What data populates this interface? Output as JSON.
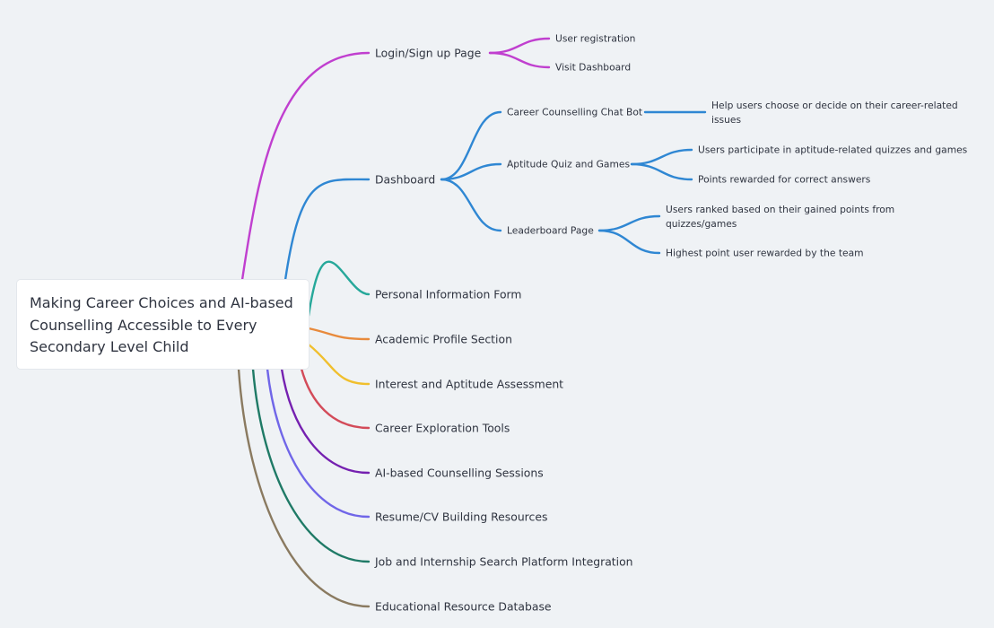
{
  "root": {
    "lines": [
      "Making Career Choices and AI-based",
      "Counselling Accessible to Every",
      "Secondary Level Child"
    ]
  },
  "branches": [
    {
      "id": "login",
      "label": "Login/Sign up Page",
      "color": "#c03fcf",
      "children": [
        {
          "id": "user-registration",
          "label": "User registration"
        },
        {
          "id": "visit-dashboard",
          "label": "Visit Dashboard"
        }
      ]
    },
    {
      "id": "dashboard",
      "label": "Dashboard",
      "color": "#2f87d3",
      "children": [
        {
          "id": "chat-bot",
          "label": "Career Counselling Chat Bot",
          "children": [
            {
              "id": "chat-bot-detail",
              "label": "Help users choose or decide on their career-related issues"
            }
          ]
        },
        {
          "id": "aptitude-quiz",
          "label": "Aptitude Quiz and Games",
          "children": [
            {
              "id": "quiz-participate",
              "label": "Users participate in aptitude-related quizzes and games"
            },
            {
              "id": "quiz-points",
              "label": "Points rewarded for correct answers"
            }
          ]
        },
        {
          "id": "leaderboard",
          "label": "Leaderboard Page",
          "children": [
            {
              "id": "leader-ranked",
              "label": "Users ranked based on their gained points from quizzes/games"
            },
            {
              "id": "leader-reward",
              "label": "Highest point user rewarded by the team"
            }
          ]
        }
      ]
    },
    {
      "id": "personal-info",
      "label": "Personal Information Form",
      "color": "#26a89a"
    },
    {
      "id": "academic-profile",
      "label": "Academic Profile Section",
      "color": "#e88a3c"
    },
    {
      "id": "interest-aptitude",
      "label": "Interest and Aptitude Assessment",
      "color": "#f0bf2d"
    },
    {
      "id": "career-exploration",
      "label": "Career Exploration Tools",
      "color": "#d34b59"
    },
    {
      "id": "ai-counselling",
      "label": "AI-based Counselling Sessions",
      "color": "#7520b0"
    },
    {
      "id": "resume-cv",
      "label": "Resume/CV Building Resources",
      "color": "#7066e8"
    },
    {
      "id": "job-internship",
      "label": "Job and Internship Search Platform Integration",
      "color": "#1f7a66"
    },
    {
      "id": "educational-db",
      "label": "Educational Resource Database",
      "color": "#8a7a60"
    }
  ]
}
